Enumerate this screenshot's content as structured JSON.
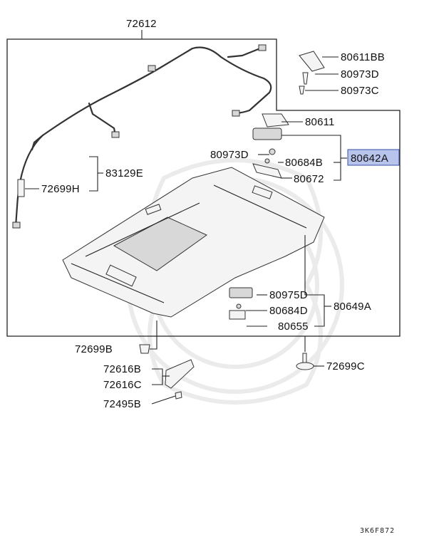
{
  "diagram": {
    "callouts": [
      {
        "id": "72612",
        "label": "72612"
      },
      {
        "id": "80611bb",
        "label": "80611BB"
      },
      {
        "id": "80973d-top",
        "label": "80973D"
      },
      {
        "id": "80973c",
        "label": "80973C"
      },
      {
        "id": "80611",
        "label": "80611"
      },
      {
        "id": "80973d-mid",
        "label": "80973D"
      },
      {
        "id": "80684b",
        "label": "80684B"
      },
      {
        "id": "80642a",
        "label": "80642A",
        "highlighted": true
      },
      {
        "id": "80672",
        "label": "80672"
      },
      {
        "id": "83129e",
        "label": "83129E"
      },
      {
        "id": "72699h",
        "label": "72699H"
      },
      {
        "id": "80975d",
        "label": "80975D"
      },
      {
        "id": "80649a",
        "label": "80649A"
      },
      {
        "id": "80684d",
        "label": "80684D"
      },
      {
        "id": "80655",
        "label": "80655"
      },
      {
        "id": "72699b",
        "label": "72699B"
      },
      {
        "id": "72699c",
        "label": "72699C"
      },
      {
        "id": "72616b",
        "label": "72616B"
      },
      {
        "id": "72616c",
        "label": "72616C"
      },
      {
        "id": "72495b",
        "label": "72495B"
      }
    ],
    "drawing_code": "3K6F872",
    "highlight": {
      "fill": "#b8c4ec",
      "stroke": "#3a4fa8"
    }
  }
}
